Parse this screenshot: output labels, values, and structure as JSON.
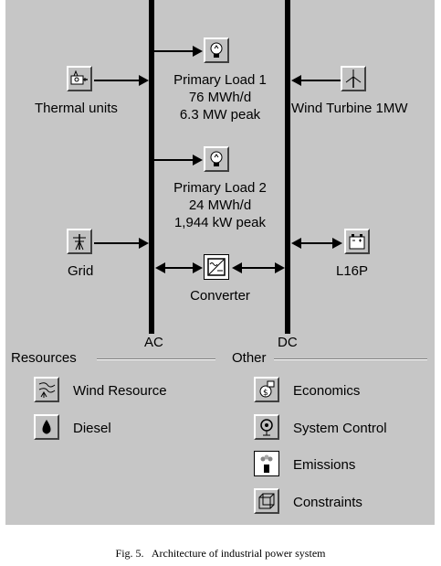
{
  "diagram": {
    "components": {
      "thermal": {
        "label": "Thermal units",
        "icon": "thermal-generator-icon"
      },
      "grid": {
        "label": "Grid",
        "icon": "grid-tower-icon"
      },
      "load1": {
        "line1": "Primary Load 1",
        "line2": "76 MWh/d",
        "line3": "6.3 MW peak",
        "icon": "light-bulb-icon"
      },
      "load2": {
        "line1": "Primary Load 2",
        "line2": "24 MWh/d",
        "line3": "1,944 kW peak",
        "icon": "light-bulb-icon"
      },
      "converter": {
        "label": "Converter",
        "icon": "converter-icon"
      },
      "wind": {
        "label": "Wind Turbine 1MW",
        "icon": "wind-turbine-icon"
      },
      "battery": {
        "label": "L16P",
        "icon": "battery-icon"
      }
    },
    "buses": {
      "ac": "AC",
      "dc": "DC"
    }
  },
  "resources": {
    "title": "Resources",
    "items": [
      {
        "label": "Wind Resource",
        "icon": "wind-resource-icon"
      },
      {
        "label": "Diesel",
        "icon": "fuel-drop-icon"
      }
    ]
  },
  "other": {
    "title": "Other",
    "items": [
      {
        "label": "Economics",
        "icon": "economics-icon"
      },
      {
        "label": "System Control",
        "icon": "system-control-icon"
      },
      {
        "label": "Emissions",
        "icon": "emissions-icon"
      },
      {
        "label": "Constraints",
        "icon": "constraints-icon"
      }
    ]
  },
  "caption": "Fig. 5.   Architecture of industrial power system"
}
